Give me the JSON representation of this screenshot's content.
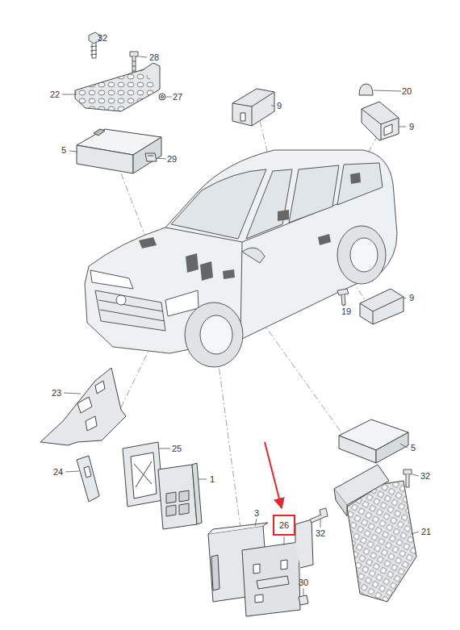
{
  "diagram": {
    "nodes": [
      {
        "text": [
          "26"
        ]
      }
    ],
    "labels": [
      "32",
      "28",
      "22",
      "27",
      "5",
      "29",
      "9",
      "20",
      "9",
      "19",
      "9",
      "23",
      "25",
      "24",
      "1",
      "5",
      "32",
      "3",
      "32",
      "21",
      "30"
    ]
  }
}
